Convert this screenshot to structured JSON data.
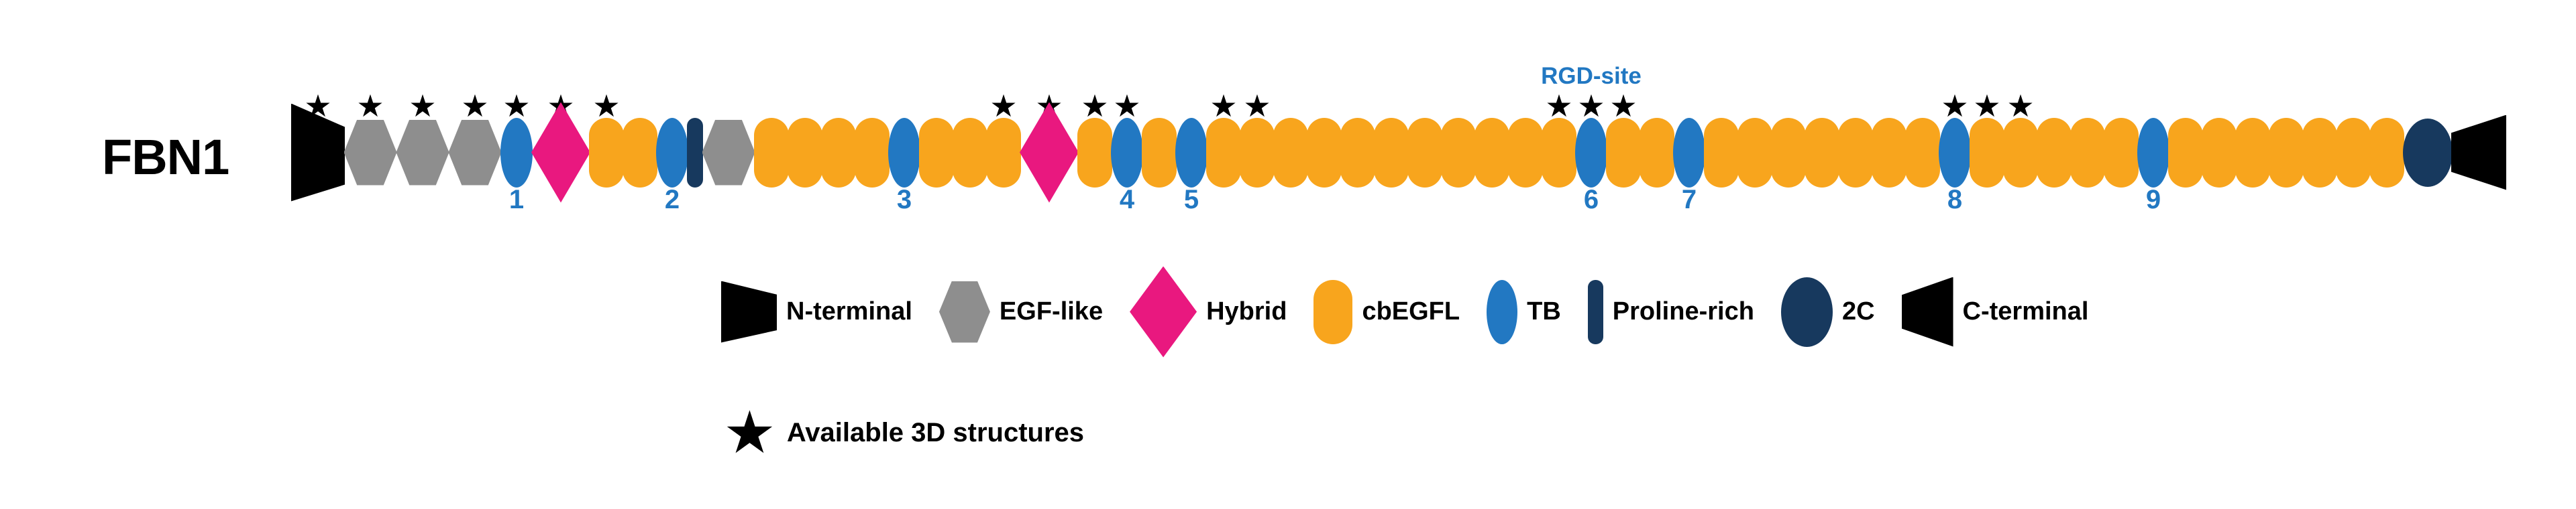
{
  "title": "FBN1",
  "colors": {
    "cbegf": "#F8A51D",
    "tb": "#2278C2",
    "navy": "#17395E",
    "hybrid": "#E9187F",
    "egf": "#8E8E8E",
    "black": "#000000"
  },
  "icons": {
    "star": "★"
  },
  "rgd_label": "RGD-site",
  "chain": [
    {
      "t": "nterm",
      "star": true
    },
    {
      "t": "egf",
      "star": true
    },
    {
      "t": "egf",
      "star": true
    },
    {
      "t": "egf",
      "star": true
    },
    {
      "t": "tb",
      "num": "1",
      "star": true
    },
    {
      "t": "hybrid",
      "star": true
    },
    {
      "t": "cbegf",
      "star": true
    },
    {
      "t": "cbegf"
    },
    {
      "t": "tb",
      "num": "2"
    },
    {
      "t": "pro"
    },
    {
      "t": "egf"
    },
    {
      "t": "cbegf"
    },
    {
      "t": "cbegf"
    },
    {
      "t": "cbegf"
    },
    {
      "t": "cbegf"
    },
    {
      "t": "tb",
      "num": "3"
    },
    {
      "t": "cbegf"
    },
    {
      "t": "cbegf"
    },
    {
      "t": "cbegf",
      "star": true
    },
    {
      "t": "hybrid",
      "star": true
    },
    {
      "t": "cbegf",
      "star": true
    },
    {
      "t": "tb",
      "num": "4",
      "star": true
    },
    {
      "t": "cbegf"
    },
    {
      "t": "tb",
      "num": "5"
    },
    {
      "t": "cbegf",
      "star": true
    },
    {
      "t": "cbegf",
      "star": true
    },
    {
      "t": "cbegf"
    },
    {
      "t": "cbegf"
    },
    {
      "t": "cbegf"
    },
    {
      "t": "cbegf"
    },
    {
      "t": "cbegf"
    },
    {
      "t": "cbegf"
    },
    {
      "t": "cbegf"
    },
    {
      "t": "cbegf"
    },
    {
      "t": "cbegf",
      "star": true
    },
    {
      "t": "tb",
      "num": "6",
      "star": true,
      "rgd": true
    },
    {
      "t": "cbegf",
      "star": true
    },
    {
      "t": "cbegf"
    },
    {
      "t": "tb",
      "num": "7"
    },
    {
      "t": "cbegf"
    },
    {
      "t": "cbegf"
    },
    {
      "t": "cbegf"
    },
    {
      "t": "cbegf"
    },
    {
      "t": "cbegf"
    },
    {
      "t": "cbegf"
    },
    {
      "t": "cbegf"
    },
    {
      "t": "tb",
      "num": "8",
      "star": true
    },
    {
      "t": "cbegf",
      "star": true
    },
    {
      "t": "cbegf",
      "star": true
    },
    {
      "t": "cbegf"
    },
    {
      "t": "cbegf"
    },
    {
      "t": "cbegf"
    },
    {
      "t": "tb",
      "num": "9"
    },
    {
      "t": "cbegf"
    },
    {
      "t": "cbegf"
    },
    {
      "t": "cbegf"
    },
    {
      "t": "cbegf"
    },
    {
      "t": "cbegf"
    },
    {
      "t": "cbegf"
    },
    {
      "t": "cbegf"
    },
    {
      "t": "twoc"
    },
    {
      "t": "cterm"
    }
  ],
  "domain_names": {
    "nterm": "domain-n-terminal",
    "egf": "domain-egf-like",
    "tb": "domain-tb",
    "hybrid": "domain-hybrid",
    "cbegf": "domain-cbegfl",
    "pro": "domain-proline-rich",
    "twoc": "domain-2c",
    "cterm": "domain-c-terminal"
  },
  "legend": [
    {
      "shape": "nterm",
      "label": "N-terminal"
    },
    {
      "shape": "egf",
      "label": "EGF-like"
    },
    {
      "shape": "hybrid",
      "label": "Hybrid"
    },
    {
      "shape": "cbegf",
      "label": "cbEGFL"
    },
    {
      "shape": "tb",
      "label": "TB"
    },
    {
      "shape": "pro",
      "label": "Proline-rich"
    },
    {
      "shape": "twoc",
      "label": "2C"
    },
    {
      "shape": "cterm",
      "label": "C-terminal"
    }
  ],
  "star_legend": {
    "label": "Available 3D structures"
  }
}
